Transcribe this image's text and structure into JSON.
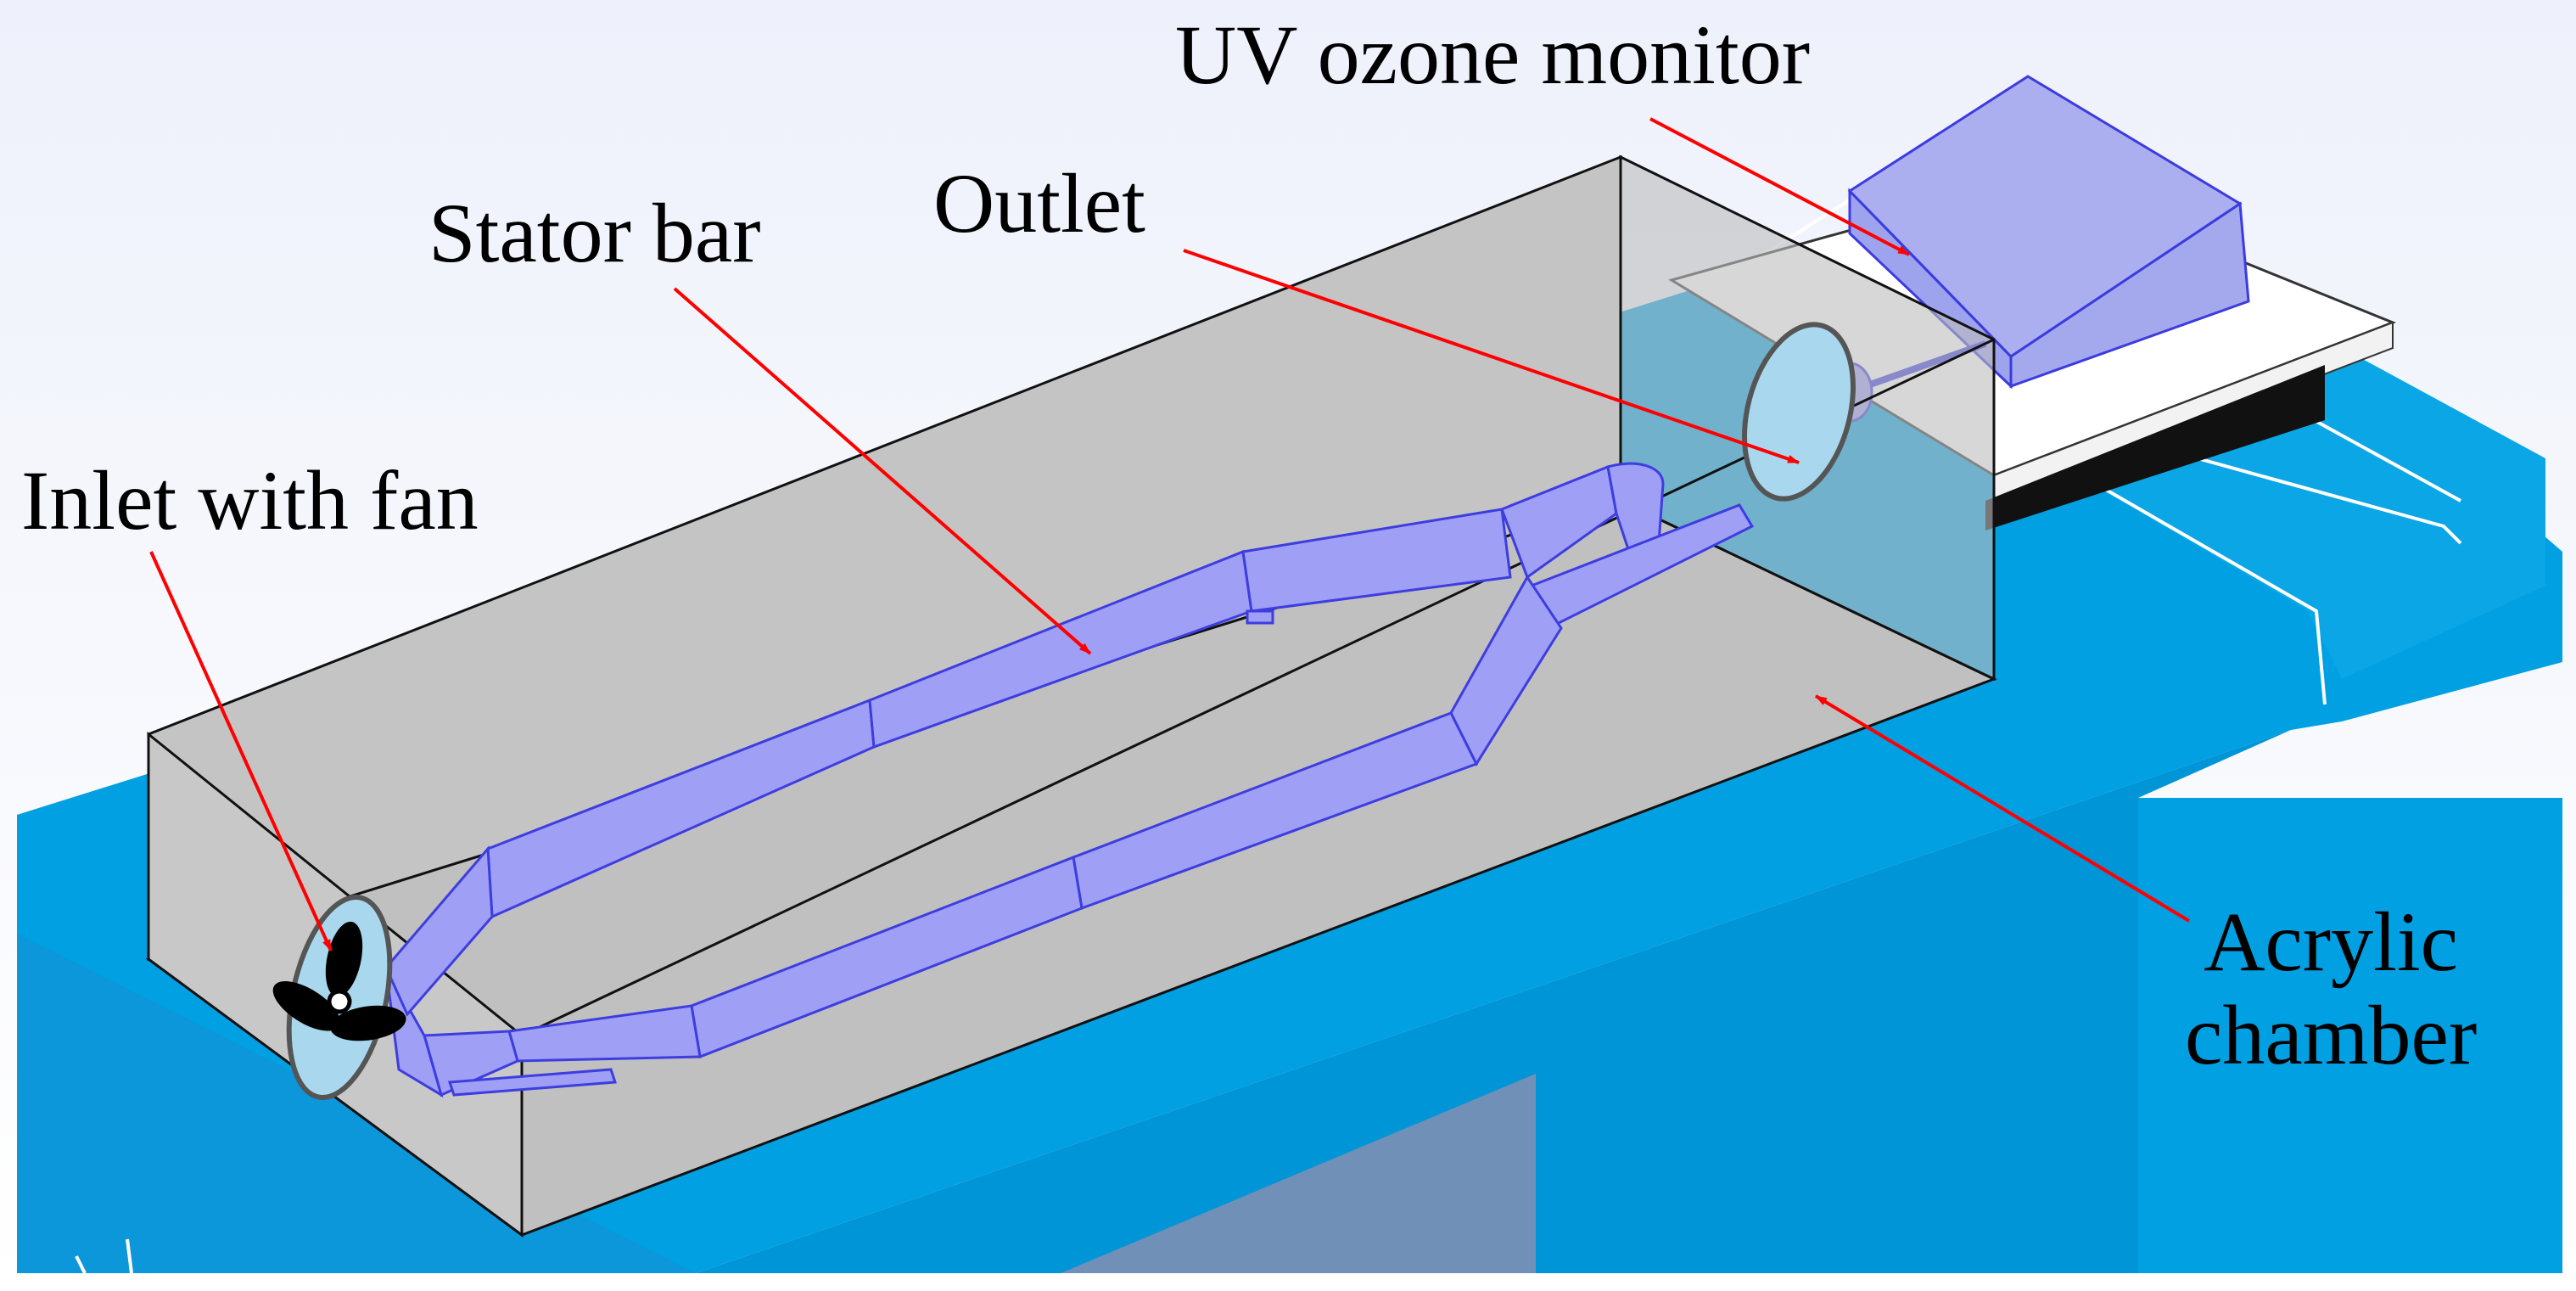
{
  "labels": {
    "uv_monitor": "UV ozone monitor",
    "outlet": "Outlet",
    "stator_bar": "Stator bar",
    "inlet": "Inlet with fan",
    "chamber_line1": "Acrylic",
    "chamber_line2": "chamber"
  },
  "colors": {
    "table_blue": "#00a0e3",
    "table_blue_dark": "#0a8fd0",
    "glass_gray": "#c3c3c3",
    "bar_fill": "#9f9ff5",
    "bar_edge": "#3d3de0",
    "monitor_fill": "#abafef",
    "arrow": "#ff0000",
    "fan_disc": "#a9d8ee"
  }
}
